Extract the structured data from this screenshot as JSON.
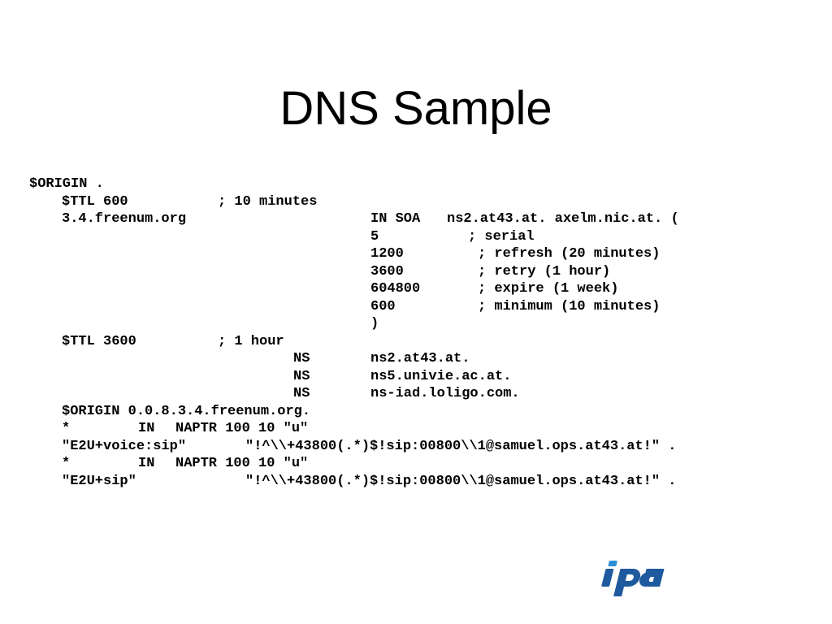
{
  "slide": {
    "title": "DNS Sample"
  },
  "zone_file": {
    "lines": [
      [
        "$ORIGIN ."
      ],
      [
        "$TTL 600",
        "; 10 minutes"
      ],
      [
        "3.4.freenum.org",
        "IN SOA",
        "ns2.at43.at. axelm.nic.at. ("
      ],
      [
        "5",
        "; serial"
      ],
      [
        "1200",
        "; refresh (20 minutes)"
      ],
      [
        "3600",
        "; retry (1 hour)"
      ],
      [
        "604800",
        "; expire (1 week)"
      ],
      [
        "600",
        "; minimum (10 minutes)"
      ],
      [
        ")"
      ],
      [
        "$TTL 3600",
        "; 1 hour"
      ],
      [
        "NS",
        "ns2.at43.at."
      ],
      [
        "NS",
        "ns5.univie.ac.at."
      ],
      [
        "NS",
        "ns-iad.loligo.com."
      ],
      [
        "$ORIGIN 0.0.8.3.4.freenum.org."
      ],
      [
        "*",
        "IN",
        "NAPTR 100 10 \"u\""
      ],
      [
        "\"E2U+voice:sip\"",
        "\"!^\\\\+43800(.*)$!sip:00800\\\\1@samuel.ops.at43.at!\" ."
      ],
      [
        "*",
        "IN",
        "NAPTR 100 10 \"u\""
      ],
      [
        "\"E2U+sip\"",
        "\"!^\\\\+43800(.*)$!sip:00800\\\\1@samuel.ops.at43.at!\" ."
      ]
    ]
  },
  "logo": {
    "icon": "ipa-logo",
    "text": "ipa",
    "color": "#1f5a9e",
    "accent": "#2f8fd6"
  }
}
